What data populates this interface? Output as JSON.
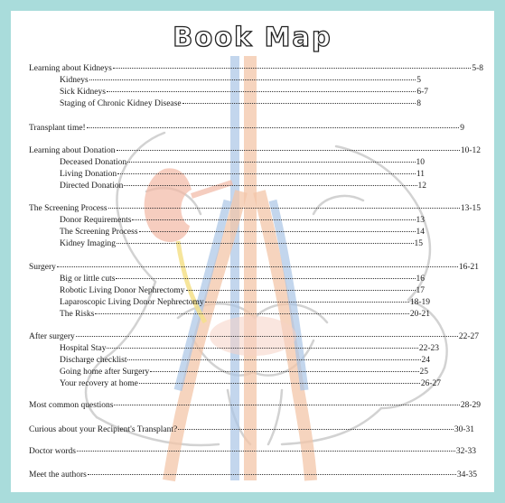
{
  "title": "Book Map",
  "entries": [
    {
      "label": "Learning about Kidneys",
      "page": "5-8"
    },
    {
      "label": "Kidneys",
      "page": "5"
    },
    {
      "label": "Sick Kidneys",
      "page": "6-7"
    },
    {
      "label": "Staging of Chronic Kidney Disease",
      "page": "8"
    },
    {
      "label": "Transplant time!",
      "page": "9"
    },
    {
      "label": "Learning about Donation",
      "page": "10-12"
    },
    {
      "label": "Deceased Donation",
      "page": "10"
    },
    {
      "label": "Living Donation",
      "page": "11"
    },
    {
      "label": "Directed Donation",
      "page": "12"
    },
    {
      "label": "The Screening Process",
      "page": "13-15"
    },
    {
      "label": "Donor Requirements",
      "page": "13"
    },
    {
      "label": "The Screening Process",
      "page": "14"
    },
    {
      "label": "Kidney Imaging",
      "page": "15"
    },
    {
      "label": "Surgery",
      "page": "16-21"
    },
    {
      "label": "Big or little cuts",
      "page": "16"
    },
    {
      "label": "Robotic Living Donor Nephrectomy",
      "page": "17"
    },
    {
      "label": "Laparoscopic Living Donor Nephrectomy",
      "page": "18-19"
    },
    {
      "label": "The Risks",
      "page": "20-21"
    },
    {
      "label": "After surgery",
      "page": "22-27"
    },
    {
      "label": "Hospital Stay",
      "page": "22-23"
    },
    {
      "label": "Discharge checklist",
      "page": "24"
    },
    {
      "label": "Going home after Surgery",
      "page": "25"
    },
    {
      "label": "Your recovery at home",
      "page": "26-27"
    },
    {
      "label": "Most common questions",
      "page": "28-29"
    },
    {
      "label": "Curious about your Recipient's Transplant?",
      "page": "30-31"
    },
    {
      "label": "Doctor words",
      "page": "32-33"
    },
    {
      "label": "Meet the authors",
      "page": "34-35"
    }
  ]
}
